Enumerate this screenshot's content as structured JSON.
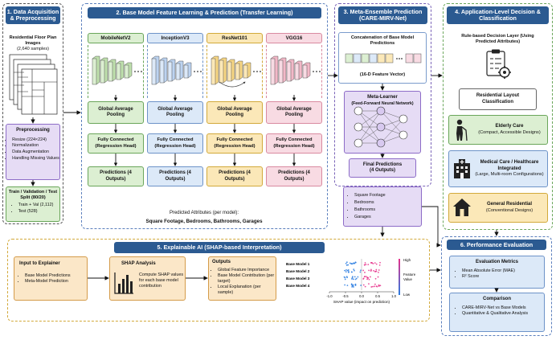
{
  "p1": {
    "title": "1. Data Acquisition & Preprocessing",
    "images_label": "Residential Floor Plan Images",
    "images_count": "(2,640 samples)",
    "pre_title": "Preprocessing",
    "pre_items": [
      "Resize (224×224)",
      "Normalization",
      "Data Augmentation",
      "Handling Missing Values"
    ],
    "split_title": "Train / Validation / Test Split (80/20)",
    "split_items": [
      "Train + Val (2,112)",
      "Test (528)"
    ]
  },
  "p2": {
    "title": "2. Base Model Feature Learning & Prediction (Transfer Learning)",
    "models": [
      "MobileNetV2",
      "InceptionV3",
      "ResNet101",
      "VGG16"
    ],
    "gap": "Global Average Pooling",
    "fc": "Fully Connected (Regression Head)",
    "pred": "Predictions (4 Outputs)",
    "attr_line1": "Predicted Attributes (per model):",
    "attr_line2": "Square Footage, Bedrooms, Bathrooms, Garages"
  },
  "p3": {
    "title": "3. Meta-Ensemble Prediction (CARE-MIRV-Net)",
    "concat_title": "Concatenation of Base Model Predictions",
    "vector_label": "(16-D Feature Vector)",
    "meta_title": "Meta-Learner",
    "meta_sub": "(Feed-Forward Neural Network)",
    "final": "Final Predictions (4 Outputs)",
    "outputs": [
      "Square Footage",
      "Bedrooms",
      "Bathrooms",
      "Garages"
    ]
  },
  "p4": {
    "title": "4. Application-Level Decision & Classification",
    "rule_title": "Rule-based Decision Layer (Using Predicted Attributes)",
    "layout_title": "Residential Layout Classification",
    "classes": [
      {
        "title": "Elderly Care",
        "desc": "(Compact, Accessible Designs)"
      },
      {
        "title": "Medical Care / Healthcare Integrated",
        "desc": "(Large, Multi-room Configurations)"
      },
      {
        "title": "General Residential",
        "desc": "(Conventional Designs)"
      }
    ]
  },
  "p5": {
    "title": "5. Explainable AI (SHAP-based Interpretation)",
    "input_title": "Input to Explainer",
    "input_items": [
      "Base Model Predictions",
      "Meta-Model Prediction"
    ],
    "shap_title": "SHAP Analysis",
    "shap_desc": "Compute SHAP values for each base model contribution",
    "outputs_title": "Outputs",
    "outputs_items": [
      "Global Feature Importance",
      "Base Model Contribution (per target)",
      "Local Explanation (per sample)"
    ]
  },
  "p6": {
    "title": "6. Performance Evaluation",
    "metrics_title": "Evaluation Metrics",
    "metrics_items": [
      "Mean Absolute Error (MAE)",
      "R² Score"
    ],
    "comp_title": "Comparison",
    "comp_items": [
      "CARE-MIRV-Net vs Base Models",
      "Quantitative & Qualitative Analysis"
    ]
  },
  "chart_data": {
    "type": "scatter",
    "categories": [
      "Base Model 1",
      "Base Model 2",
      "Base Model 3",
      "Base Model 4"
    ],
    "xlabel": "SHAP value (impact on prediction)",
    "xlim": [
      -1.0,
      1.0
    ],
    "xticks": [
      "-1.0",
      "-0.5",
      "0.0",
      "0.5",
      "1.0"
    ],
    "colorbar_high": "High",
    "colorbar_low": "Low",
    "colorbar_label": "Feature Value"
  },
  "colors": {
    "p1": "#2b5a91",
    "p2": "#2b5a91",
    "p3": "#2b5a91",
    "p4": "#2b5a91",
    "p5": "#2b5a91",
    "p6": "#2b5a91",
    "green_box": "#dcefd2",
    "blue_box": "#dce9f8",
    "yellow_box": "#fbe8b8",
    "pink_box": "#f8dbe3",
    "purple_box": "#e6dcf5",
    "orange_box": "#fbe7c8"
  }
}
